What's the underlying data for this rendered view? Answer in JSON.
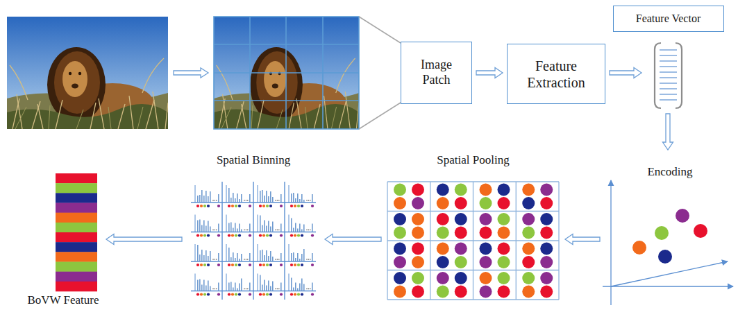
{
  "diagram": {
    "nodes": [
      {
        "text": [
          "Image Patch"
        ]
      },
      {
        "text": [
          "Feature Extraction"
        ]
      },
      {
        "text": [
          "Feature Vector"
        ]
      },
      {
        "text": [
          "Encoding"
        ]
      },
      {
        "text": [
          "Spatial Pooling"
        ]
      },
      {
        "text": [
          "Spatial Binning"
        ]
      },
      {
        "text": [
          "BoVW Feature"
        ]
      }
    ],
    "edges": [
      {
        "from": 0,
        "to": 1,
        "arrow": "to"
      },
      {
        "from": 1,
        "to": 2,
        "arrow": "to"
      },
      {
        "from": 2,
        "to": 3,
        "arrow": "to"
      },
      {
        "from": 3,
        "to": 4,
        "arrow": "to"
      },
      {
        "from": 4,
        "to": 5,
        "arrow": "to"
      },
      {
        "from": 5,
        "to": 6,
        "arrow": "to"
      }
    ]
  }
}
